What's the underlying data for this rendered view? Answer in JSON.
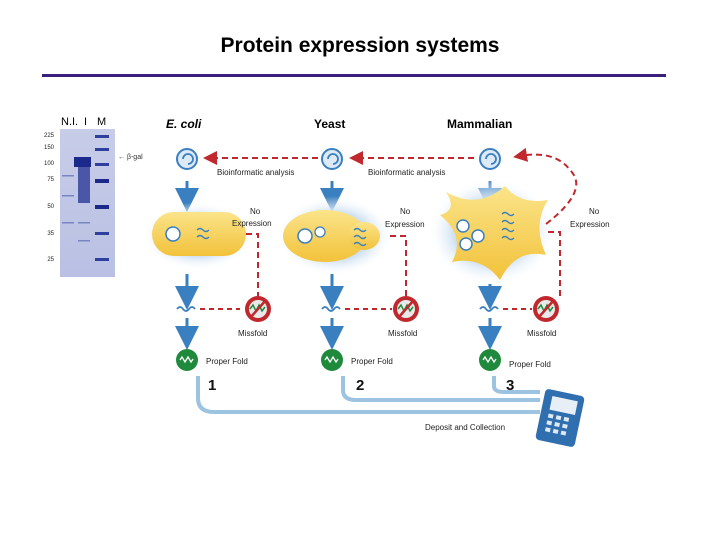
{
  "title": "Protein expression systems",
  "columns": [
    "E. coli",
    "Yeast",
    "Mammalian"
  ],
  "gel": {
    "lane_labels": [
      "N.I.",
      "I",
      "M"
    ],
    "markers": [
      "225",
      "150",
      "100",
      "75",
      "50",
      "35",
      "25"
    ],
    "band_label": "← β-gal"
  },
  "labels": {
    "bioinformatic_1": "Bioinformatic analysis",
    "bioinformatic_2": "Bioinformatic analysis",
    "no_expression_l1": "No",
    "no_expression_l2": "Expression",
    "missfold": "Missfold",
    "proper_fold": "Proper Fold",
    "deposit": "Deposit and Collection"
  },
  "steps": [
    "1",
    "2",
    "3"
  ],
  "colors": {
    "title_rule": "#3a1f7a",
    "arrow_blue": "#3a7fbf",
    "dashed_red": "#c0282d",
    "cell_yellow": "#f5cf4a",
    "fold_green": "#1f8a3c",
    "pipe_blue": "#9cc3e0"
  }
}
